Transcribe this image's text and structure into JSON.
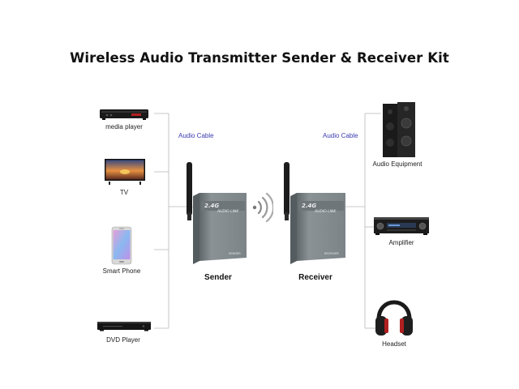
{
  "title": "Wireless Audio Transmitter Sender & Receiver Kit",
  "cable_label": "Audio Cable",
  "sources": [
    {
      "label": "media player",
      "icon": "media-player-icon"
    },
    {
      "label": "TV",
      "icon": "tv-icon"
    },
    {
      "label": "Smart Phone",
      "icon": "smart-phone-icon"
    },
    {
      "label": "DVD Player",
      "icon": "dvd-player-icon"
    }
  ],
  "outputs": [
    {
      "label": "Audio Equipment",
      "icon": "speaker-icon"
    },
    {
      "label": "Amplifier",
      "icon": "amplifier-icon"
    },
    {
      "label": "Headset",
      "icon": "headphones-icon"
    }
  ],
  "sender": {
    "name": "Sender",
    "badge": "2.4G",
    "subtitle": "AUDIO LINK",
    "tag": "SENDER"
  },
  "receiver": {
    "name": "Receiver",
    "badge": "2.4G",
    "subtitle": "AUDIO LINK",
    "tag": "RECEIVER"
  },
  "colors": {
    "device_body": "#7c8488",
    "device_face": "#8e969a",
    "cable_text": "#3b3bb0",
    "line": "#b8b8b8"
  }
}
